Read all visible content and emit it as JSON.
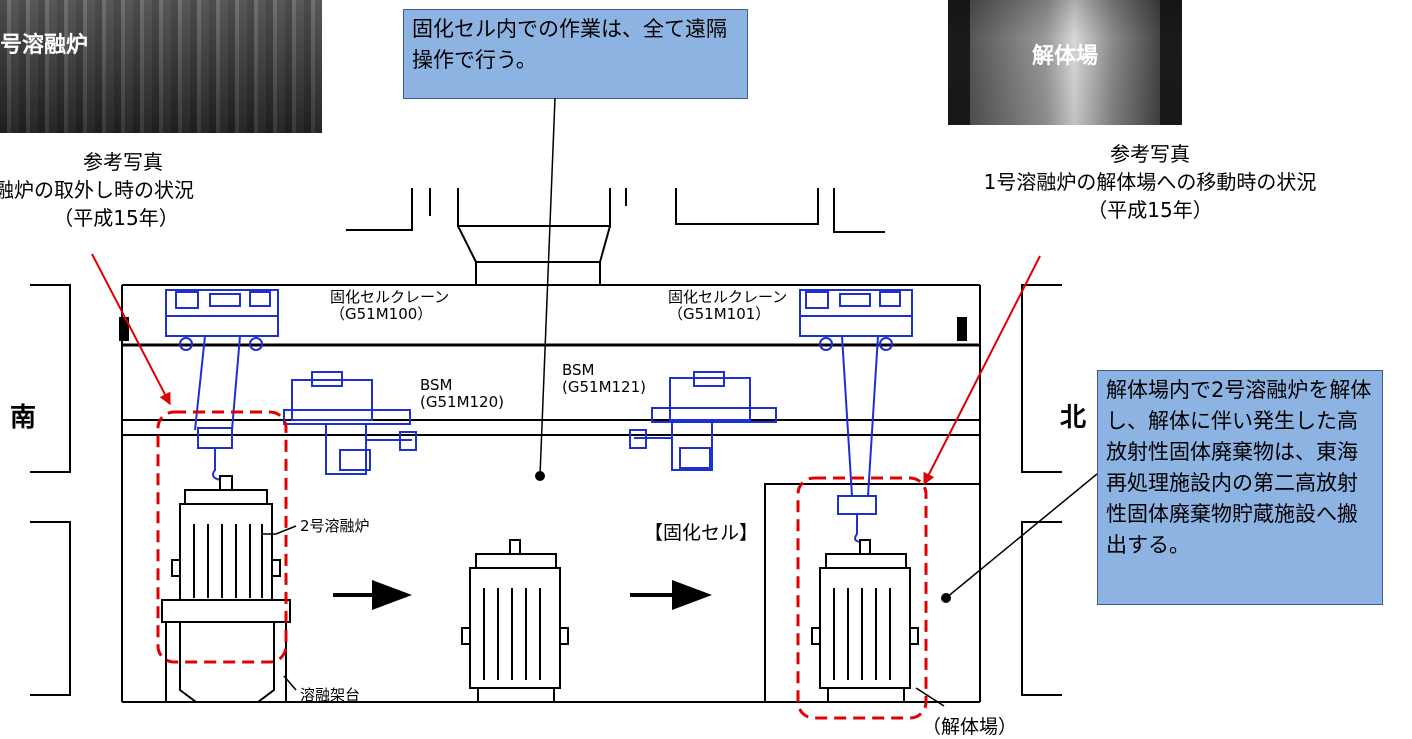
{
  "photo_left": {
    "label": "号溶融炉"
  },
  "photo_right": {
    "label": "解体場"
  },
  "caption_left": {
    "line1": "参考写真",
    "line2": "融炉の取外し時の状況",
    "line3": "（平成15年）"
  },
  "caption_right": {
    "line1": "参考写真",
    "line2": "1号溶融炉の解体場への移動時の状況",
    "line3": "（平成15年）"
  },
  "note_top": "固化セル内での作業は、全て遠隔操作で行う。",
  "note_right": "解体場内で2号溶融炉を解体し、解体に伴い発生した高放射性固体廃棄物は、東海再処理施設内の第二高放射性固体廃棄物貯蔵施設へ搬出する。",
  "crane_left": {
    "line1": "固化セルクレーン",
    "line2": "（G51M100）"
  },
  "crane_right": {
    "line1": "固化セルクレーン",
    "line2": "（G51M101）"
  },
  "bsm_left": {
    "line1": "BSM",
    "line2": "(G51M120)"
  },
  "bsm_right": {
    "line1": "BSM",
    "line2": "(G51M121)"
  },
  "dir_south": "南",
  "dir_north": "北",
  "furnace_label": "2号溶融炉",
  "stand_label": "溶融架台",
  "cell_label": "【固化セル】",
  "dismantle_label": "（解体場）",
  "colors": {
    "note_bg": "#8db3e2",
    "equipment": "#1f2fd6",
    "highlight": "#e00000"
  }
}
